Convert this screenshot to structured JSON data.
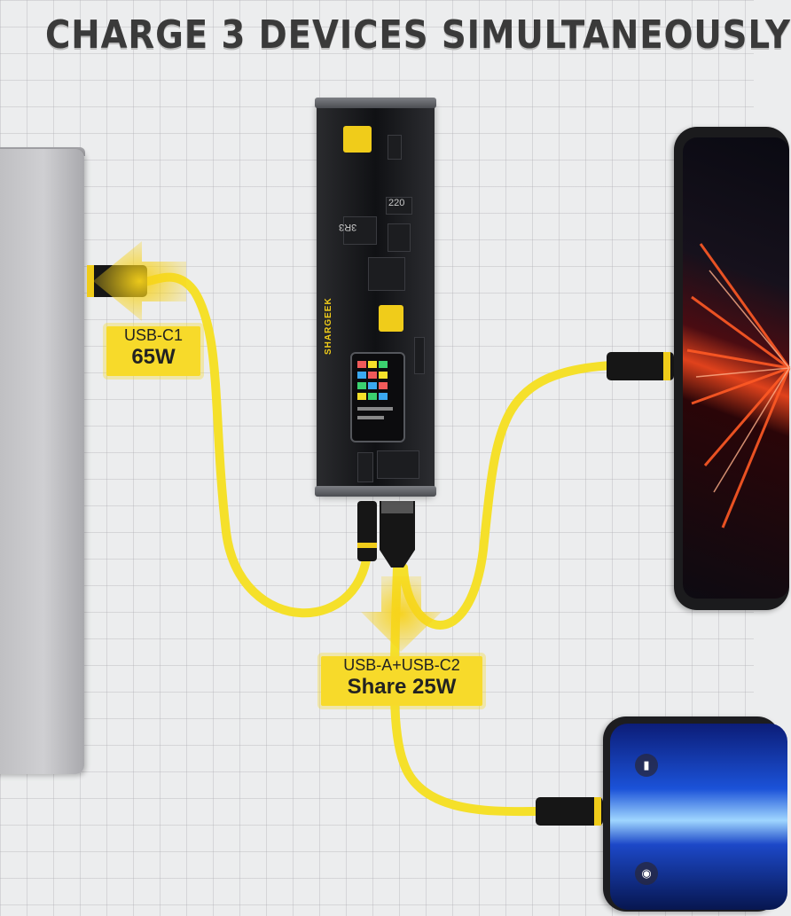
{
  "headline": "CHARGE 3 DEVICES SIMULTANEOUSLY",
  "labels": {
    "c1": {
      "port": "USB-C1",
      "power": "65W"
    },
    "shared": {
      "port": "USB-A+USB-C2",
      "power": "Share 25W"
    }
  },
  "device_text": {
    "brand": "SHARGEEK",
    "chip_220": "220",
    "chip_3r3": "3R3"
  },
  "colors": {
    "cable": "#f5e02a",
    "arrow": "#f7d21a",
    "accent": "#f0cc1a",
    "background": "#ecedee"
  }
}
